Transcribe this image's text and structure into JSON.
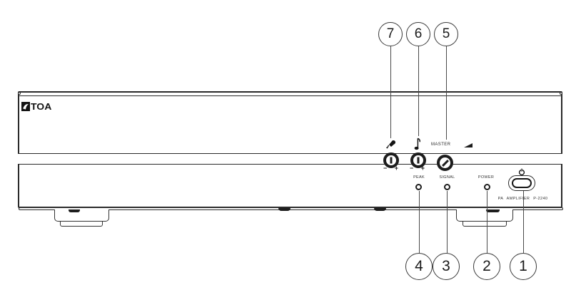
{
  "diagram": {
    "device": "PA amplifier front panel diagram",
    "logo_text": "TOA",
    "master_label": "MASTER",
    "model_label": "PA AMPLIFIER P-2240",
    "knob_a": {
      "minus": "−",
      "plus": "+"
    },
    "knob_b": {
      "minus": "−",
      "plus": "+"
    },
    "indicator_labels": {
      "peak": "PEAK",
      "signal": "SIGNAL",
      "power": "POWER"
    },
    "callouts": {
      "top": [
        "7",
        "6",
        "5"
      ],
      "bottom": [
        "4",
        "3",
        "2",
        "1"
      ]
    },
    "icons": {
      "logo_mark": "toa-logo-mark-icon",
      "mic": "microphone-icon",
      "note": "music-note-icon",
      "volume": "volume-wedge-icon",
      "power": "power-standby-icon"
    },
    "colors": {
      "line": "#2a2a2a",
      "background": "#ffffff"
    }
  }
}
